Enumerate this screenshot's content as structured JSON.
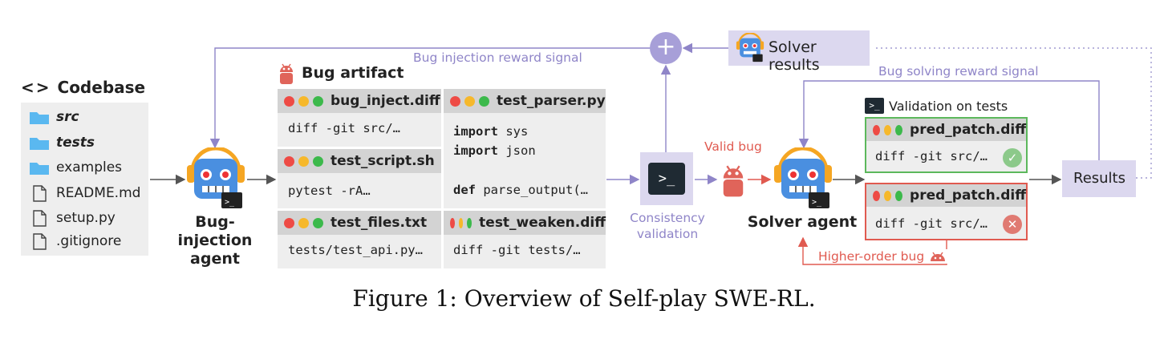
{
  "codebase": {
    "title": "Codebase",
    "items": [
      {
        "name": "src",
        "type": "folder"
      },
      {
        "name": "tests",
        "type": "folder"
      },
      {
        "name": "examples",
        "type": "folder"
      },
      {
        "name": "README.md",
        "type": "file"
      },
      {
        "name": "setup.py",
        "type": "file"
      },
      {
        "name": ".gitignore",
        "type": "file"
      }
    ]
  },
  "bug_injection_agent": {
    "label_line1": "Bug-injection",
    "label_line2": "agent"
  },
  "bug_artifact": {
    "title": "Bug artifact",
    "bug_inject": {
      "title": "bug_inject.diff",
      "code": "diff -git src/…"
    },
    "test_script": {
      "title": "test_script.sh",
      "code": "pytest -rA…"
    },
    "test_files": {
      "title": "test_files.txt",
      "code": "tests/test_api.py…"
    },
    "test_parser": {
      "title": "test_parser.py",
      "kw1": "import",
      "rest1": " sys",
      "kw2": "import",
      "rest2": " json",
      "kw3": "def",
      "rest3": " parse_output(…"
    },
    "test_weaken": {
      "title": "test_weaken.diff",
      "code": "diff -git tests/…"
    }
  },
  "labels": {
    "bug_injection_reward": "Bug injection reward signal",
    "bug_solving_reward": "Bug solving reward signal",
    "consistency_line1": "Consistency",
    "consistency_line2": "validation",
    "valid_bug": "Valid bug",
    "plus": "+",
    "higher_order_bug": "Higher-order bug",
    "validation_on_tests": "Validation on tests"
  },
  "solver_results": {
    "label": "Solver results"
  },
  "solver_agent": {
    "label": "Solver agent"
  },
  "pred_patch_pass": {
    "title": "pred_patch.diff",
    "code": "diff -git src/…"
  },
  "pred_patch_fail": {
    "title": "pred_patch.diff",
    "code": "diff -git src/…"
  },
  "results": {
    "label": "Results"
  },
  "caption": "Figure 1: Overview of Self-play SWE-RL.",
  "colors": {
    "purple": "#8f85c8",
    "purple_fill": "#dcd8ef",
    "red": "#e05a50",
    "green": "#5cb85c",
    "panel_gray": "#eeeeee",
    "header_gray": "#d3d3d3",
    "robot_blue": "#4a8fe0",
    "robot_orange": "#f5a623",
    "bug_red": "#e0645a"
  }
}
